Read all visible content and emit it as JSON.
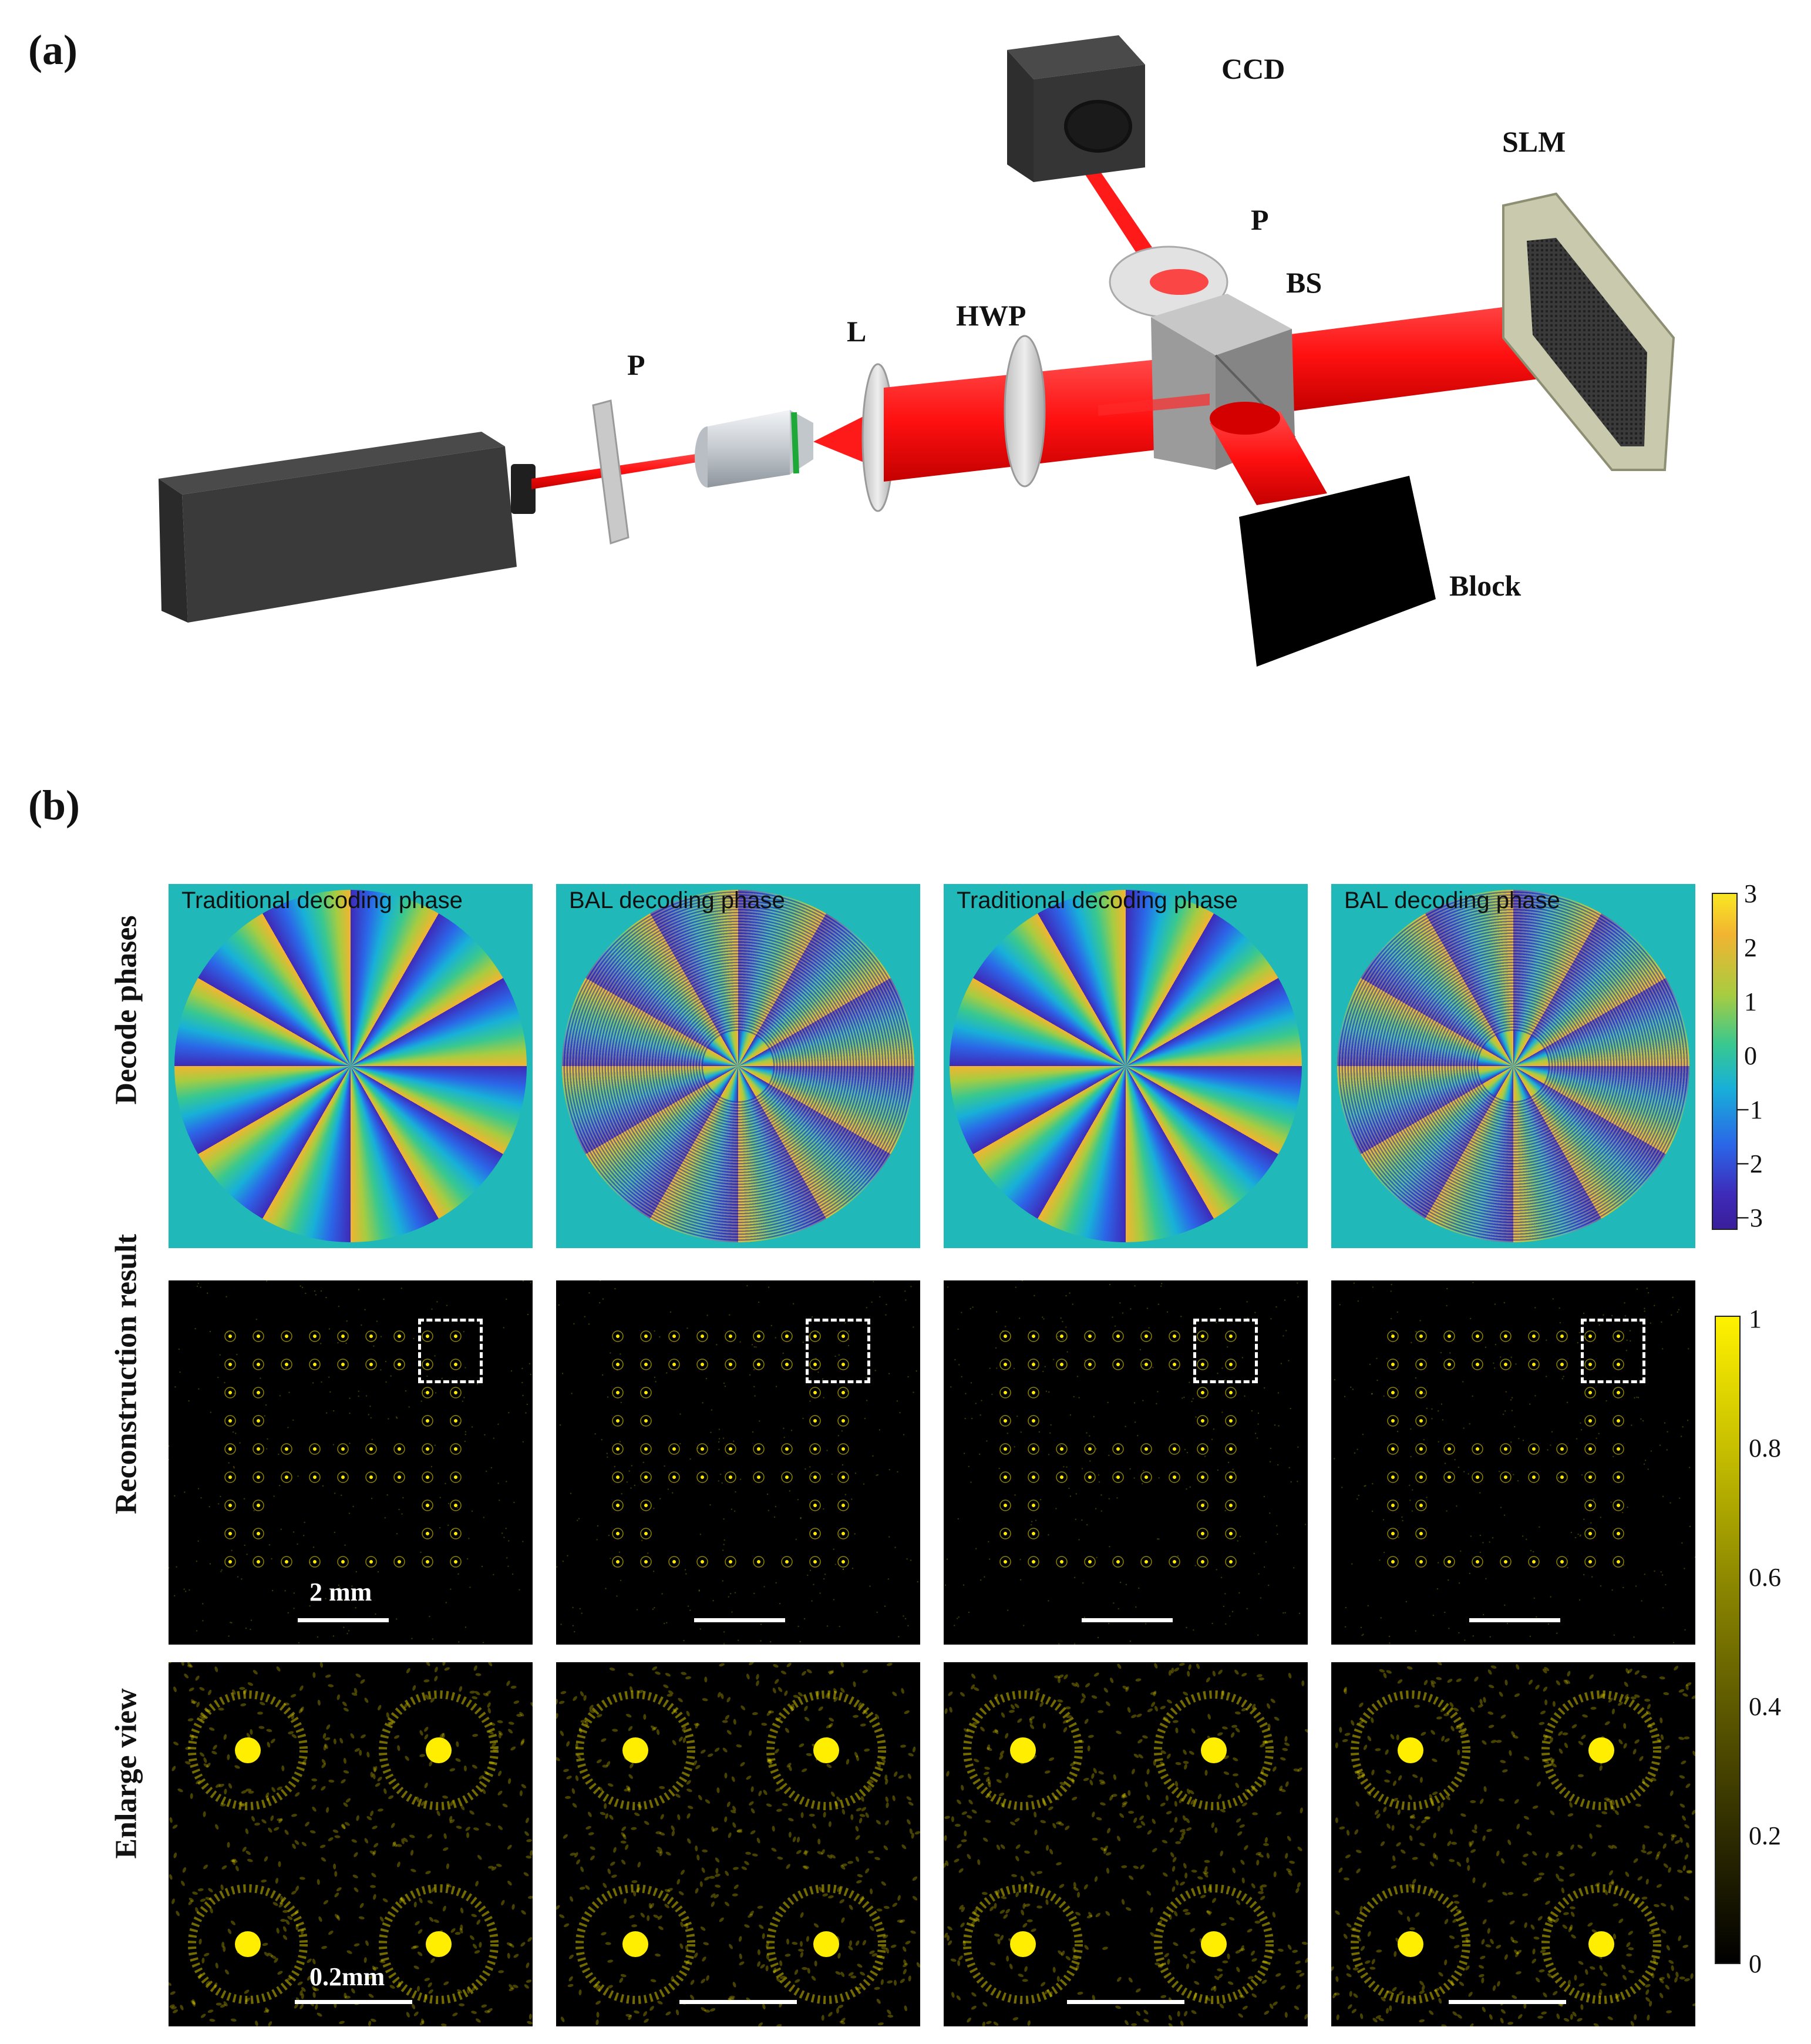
{
  "panels": {
    "a": "(a)",
    "b": "(b)"
  },
  "setup_labels": {
    "ccd": "CCD",
    "slm": "SLM",
    "p_top": "P",
    "bs": "BS",
    "hwp": "HWP",
    "l": "L",
    "p_left": "P",
    "block": "Block"
  },
  "rows": {
    "decode": "Decode phases",
    "recon": "Reconstruction result",
    "enlarge": "Enlarge view"
  },
  "tile_titles": [
    "Traditional decoding phase",
    "BAL decoding phase",
    "Traditional decoding phase",
    "BAL decoding phase"
  ],
  "scale_labels": {
    "recon": "2 mm",
    "enlarge": "0.2mm"
  },
  "colorbar_phase": {
    "ticks": [
      "3",
      "2",
      "1",
      "0",
      "−1",
      "−2",
      "−3"
    ]
  },
  "colorbar_intensity": {
    "ticks": [
      "1",
      "0.8",
      "0.6",
      "0.4",
      "0.2",
      "0"
    ]
  },
  "colors": {
    "beam": "#ff1a1a",
    "background_phase": "#20b8b8",
    "intensity": "#ffee00"
  }
}
